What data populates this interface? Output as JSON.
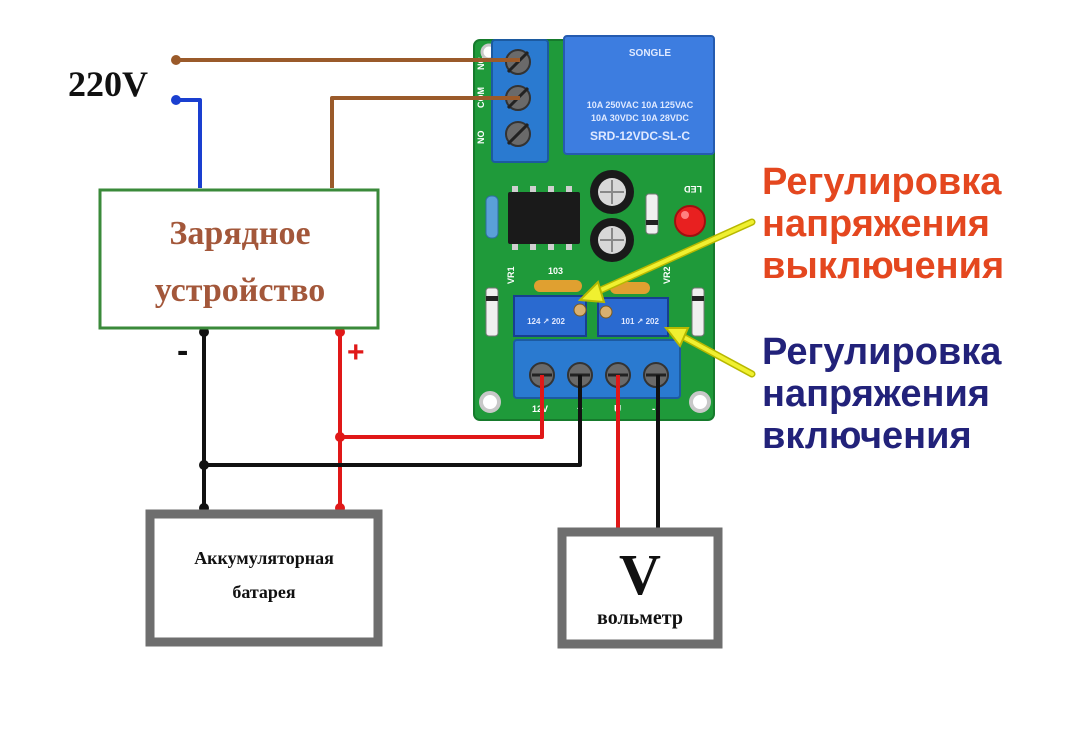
{
  "labels": {
    "mains_voltage": "220V",
    "charger_line1": "Зарядное",
    "charger_line2": "устройство",
    "minus_sign": "-",
    "plus_sign": "+",
    "battery_line1": "Аккумуляторная",
    "battery_line2": "батарея",
    "voltmeter_symbol": "V",
    "voltmeter_name": "вольметр"
  },
  "annotations": {
    "off_line1": "Регулировка",
    "off_line2": "напряжения",
    "off_line3": "выключения",
    "on_line1": "Регулировка",
    "on_line2": "напряжения",
    "on_line3": "включения"
  },
  "board": {
    "relay_brand": "SONGLE",
    "relay_rating1": "10A 250VAC 10A 125VAC",
    "relay_rating2": "10A 30VDC 10A 28VDC",
    "relay_model": "SRD-12VDC-SL-C",
    "relay_pins": [
      "NC",
      "COM",
      "NO"
    ],
    "led_label": "LED",
    "trimmer_label": "103",
    "pot1_label": "124 ↗ 202",
    "pot2_label": "101 ↗ 202",
    "vr1_label": "VR1",
    "vr2_label": "VR2",
    "bottom_pins": [
      "12V",
      "+",
      "U",
      "-"
    ]
  },
  "colors": {
    "brown_wire": "#9a5a2a",
    "blue_wire": "#1a3fd0",
    "red_wire": "#e01818",
    "black_wire": "#111111",
    "orange_label": "#e4471f",
    "navy_label": "#22227a",
    "charger_border": "#3a8a3a",
    "charger_text": "#a3573a",
    "pcb_green": "#1f9a3a",
    "terminal_blue": "#2a7ad0",
    "relay_blue": "#3d7de0",
    "arrow_yellow": "#e6e62a"
  }
}
